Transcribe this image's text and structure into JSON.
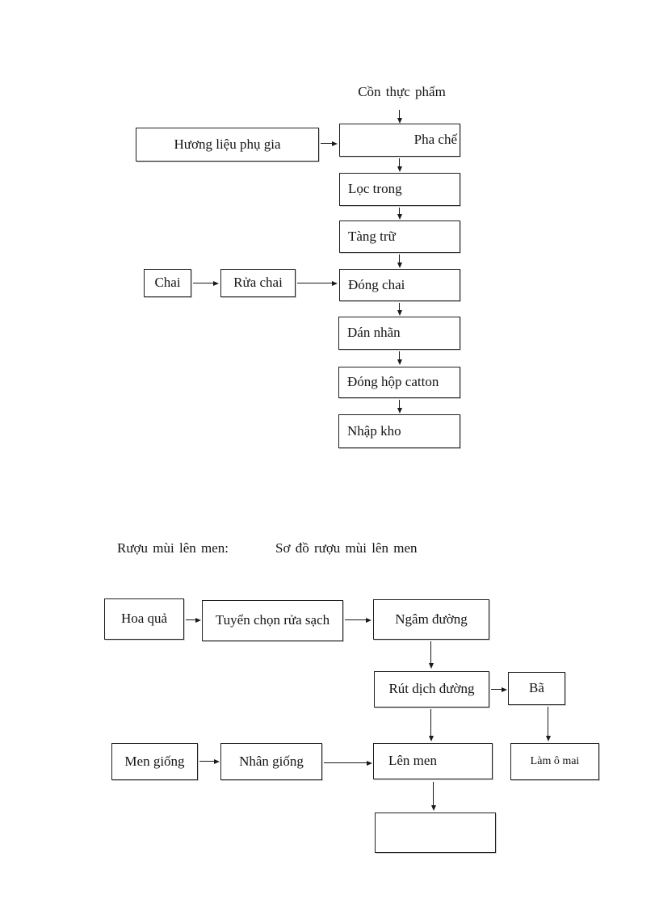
{
  "colors": {
    "background": "#ffffff",
    "box_border": "#1f1f1f",
    "text": "#141414",
    "arrow": "#1a1a1a"
  },
  "diagram1": {
    "source_label": "Cồn thực phẩm",
    "nodes": {
      "huong_lieu": "Hương liệu phụ gia",
      "pha_che": "Pha chế",
      "loc_trong": "Lọc trong",
      "tang_tru": "Tàng trữ",
      "chai": "Chai",
      "rua_chai": "Rửa chai",
      "dong_chai": "Đóng chai",
      "dan_nhan": "Dán nhãn",
      "dong_hop_catton": "Đóng hộp catton",
      "nhap_kho": "Nhập kho"
    },
    "edges": [
      "Cồn thực phẩm → Pha chế",
      "Hương liệu phụ gia → Pha chế",
      "Pha chế → Lọc trong",
      "Lọc trong → Tàng trữ",
      "Tàng trữ → Đóng chai",
      "Chai → Rửa chai",
      "Rửa chai → Đóng chai",
      "Đóng chai → Dán nhãn",
      "Dán nhãn → Đóng hộp catton",
      "Đóng hộp catton → Nhập kho"
    ]
  },
  "diagram2": {
    "caption_left": "Rượu mùi lên men:",
    "caption_right": "Sơ đồ rượu mùi lên men",
    "nodes": {
      "hoa_qua": "Hoa quả",
      "tuyen_chon": "Tuyển chọn rửa sạch",
      "ngam_duong": "Ngâm đường",
      "rut_dich_duong": "Rút dịch đường",
      "ba": "Bã",
      "men_giong": "Men giống",
      "nhan_giong": "Nhân giống",
      "len_men": "Lên men",
      "lam_o_mai": "Làm ô mai",
      "empty": ""
    },
    "edges": [
      "Hoa quả → Tuyển chọn rửa sạch",
      "Tuyển chọn rửa sạch → Ngâm đường",
      "Ngâm đường → Rút dịch đường",
      "Rút dịch đường → Bã",
      "Rút dịch đường → Lên men",
      "Bã → Làm ô mai",
      "Men giống → Nhân giống",
      "Nhân giống → Lên men",
      "Lên men → (ô trống)"
    ]
  }
}
